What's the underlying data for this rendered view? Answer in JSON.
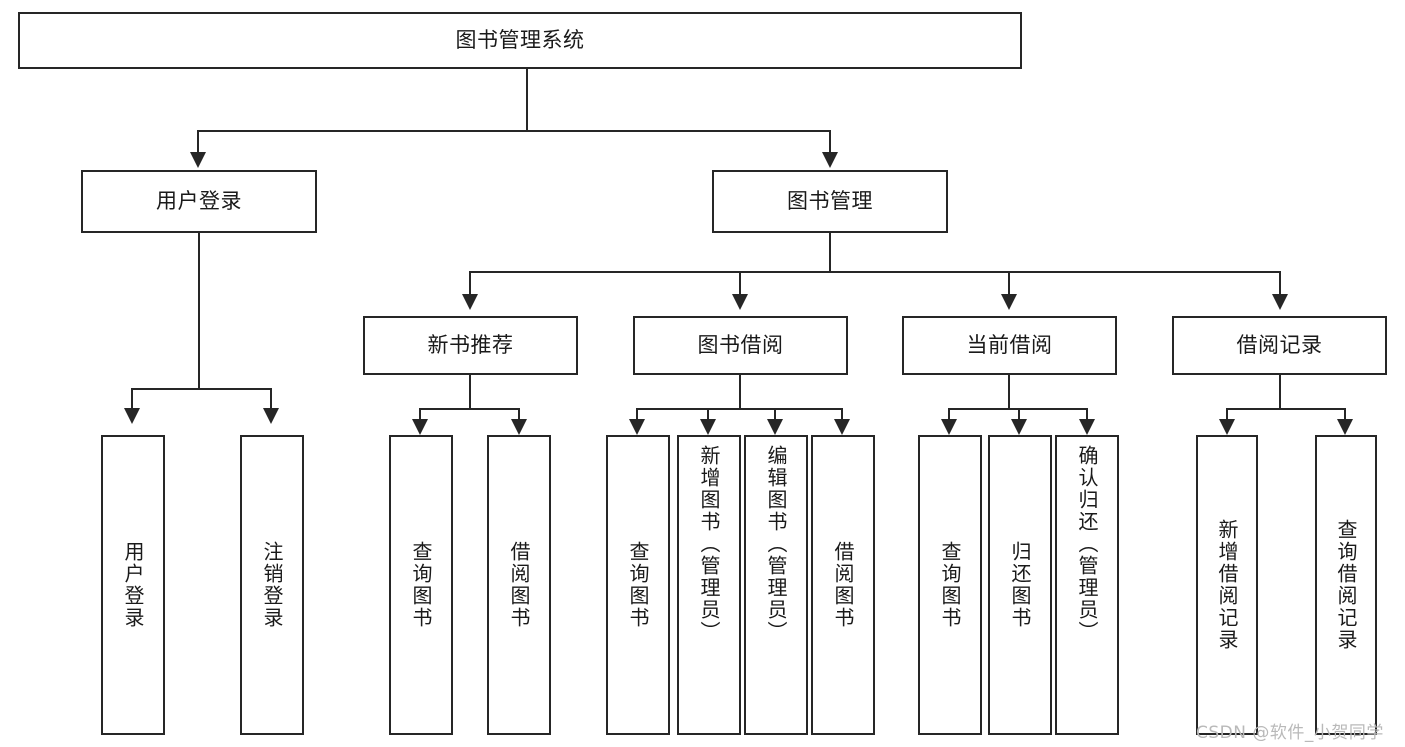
{
  "diagram": {
    "type": "tree-hierarchy-chart",
    "title": "图书管理系统",
    "root": {
      "id": "root",
      "label": "图书管理系统"
    },
    "level2": [
      {
        "id": "user-login",
        "label": "用户登录"
      },
      {
        "id": "book-manage",
        "label": "图书管理"
      }
    ],
    "level3": [
      {
        "id": "new-book-rec",
        "label": "新书推荐"
      },
      {
        "id": "book-borrow",
        "label": "图书借阅"
      },
      {
        "id": "current-borrow",
        "label": "当前借阅"
      },
      {
        "id": "borrow-record",
        "label": "借阅记录"
      }
    ],
    "leaves": [
      {
        "id": "leaf-user-login",
        "label": "用户登录",
        "parent": "user-login",
        "long": false
      },
      {
        "id": "leaf-logout",
        "label": "注销登录",
        "parent": "user-login",
        "long": false
      },
      {
        "id": "leaf-query-book-1",
        "label": "查询图书",
        "parent": "new-book-rec",
        "long": false
      },
      {
        "id": "leaf-borrow-book-1",
        "label": "借阅图书",
        "parent": "new-book-rec",
        "long": false
      },
      {
        "id": "leaf-query-book-2",
        "label": "查询图书",
        "parent": "book-borrow",
        "long": false
      },
      {
        "id": "leaf-add-book",
        "label": "新增图书（管理员）",
        "parent": "book-borrow",
        "long": true
      },
      {
        "id": "leaf-edit-book",
        "label": "编辑图书（管理员）",
        "parent": "book-borrow",
        "long": true
      },
      {
        "id": "leaf-borrow-book-2",
        "label": "借阅图书",
        "parent": "book-borrow",
        "long": false
      },
      {
        "id": "leaf-query-book-3",
        "label": "查询图书",
        "parent": "current-borrow",
        "long": false
      },
      {
        "id": "leaf-return-book",
        "label": "归还图书",
        "parent": "current-borrow",
        "long": false
      },
      {
        "id": "leaf-confirm-return",
        "label": "确认归还（管理员）",
        "parent": "current-borrow",
        "long": true
      },
      {
        "id": "leaf-add-record",
        "label": "新增借阅记录",
        "parent": "borrow-record",
        "long": false
      },
      {
        "id": "leaf-query-record",
        "label": "查询借阅记录",
        "parent": "borrow-record",
        "long": false
      }
    ],
    "watermark": "CSDN @软件_小贺同学",
    "colors": {
      "stroke": "#262626",
      "fill": "#ffffff",
      "text": "#1a1a1a",
      "watermark": "#b9b9b9"
    }
  }
}
